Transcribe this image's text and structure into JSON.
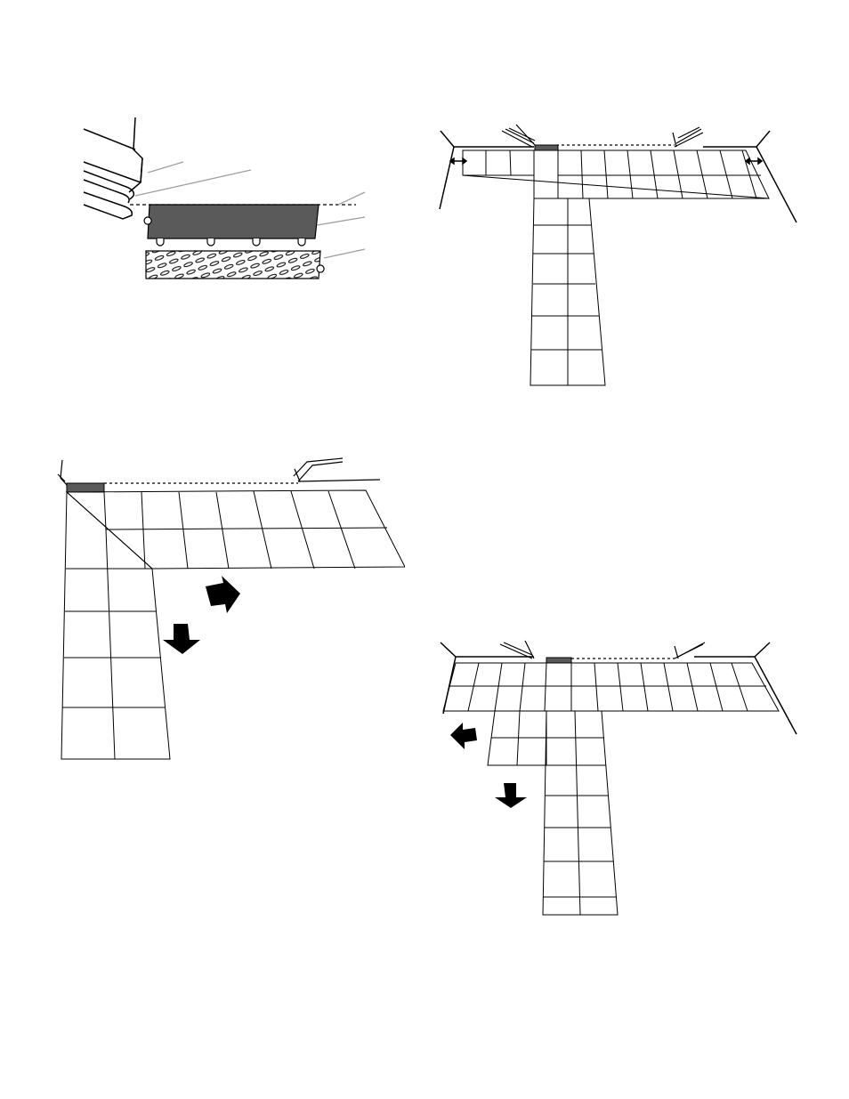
{
  "figures": [
    {
      "id": "fig1",
      "subject": "tile-edge-profile"
    },
    {
      "id": "fig2",
      "subject": "t-layout-center-row"
    },
    {
      "id": "fig3",
      "subject": "l-layout-corner-start"
    },
    {
      "id": "fig4",
      "subject": "t-layout-expansion"
    }
  ],
  "colors": {
    "line": "#000000",
    "callout": "#a0a0a0",
    "tile_dark": "#5a5a5a",
    "background": "#ffffff"
  },
  "icons": [
    "arrow-right-icon",
    "arrow-down-icon",
    "arrow-left-icon",
    "double-arrow-icon"
  ]
}
